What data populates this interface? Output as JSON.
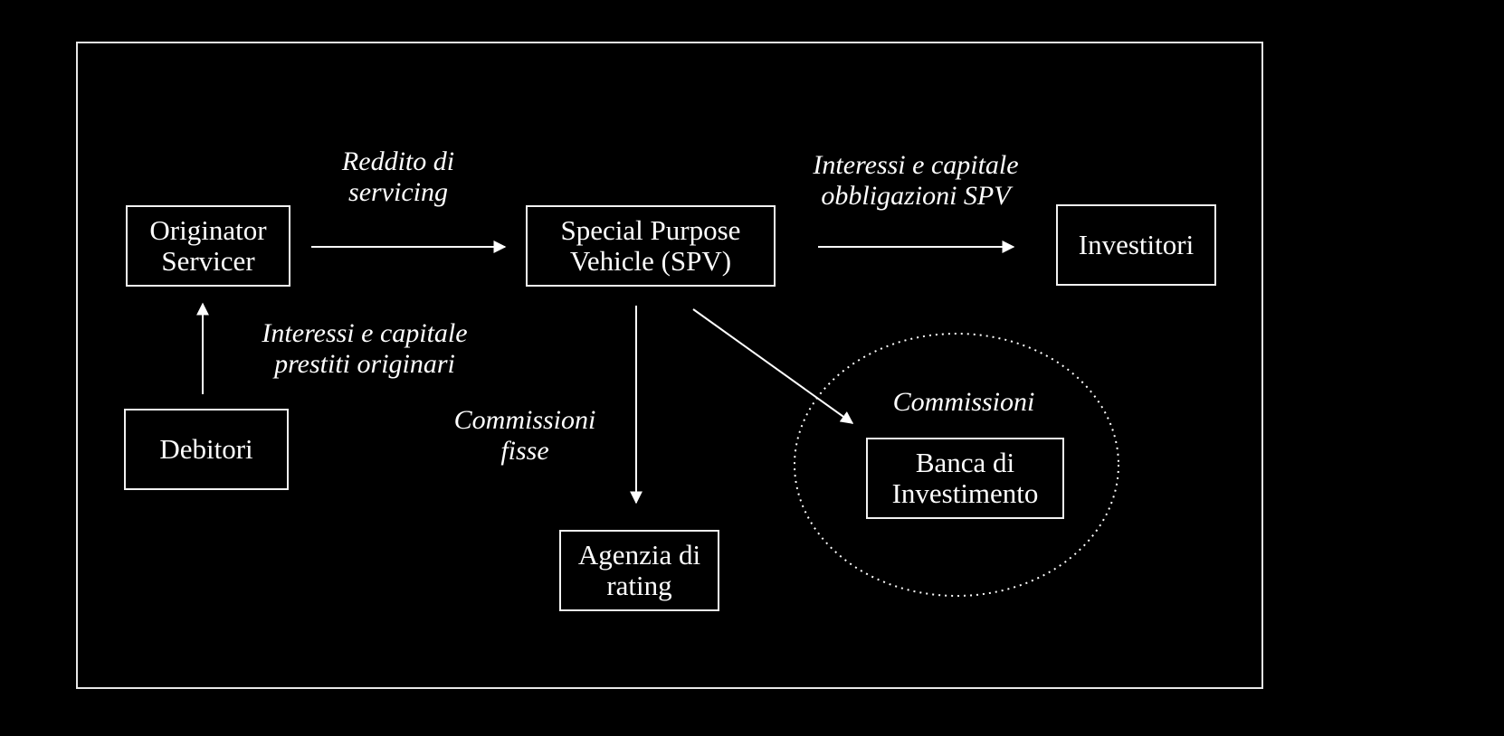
{
  "colors": {
    "background": "#000000",
    "foreground": "#ffffff",
    "border": "#f2f2f2"
  },
  "nodes": {
    "originator": {
      "line1": "Originator",
      "line2": "Servicer"
    },
    "spv": {
      "line1": "Special Purpose",
      "line2": "Vehicle (SPV)"
    },
    "investitori": {
      "line1": "Investitori"
    },
    "debitori": {
      "line1": "Debitori"
    },
    "agenzia": {
      "line1": "Agenzia di",
      "line2": "rating"
    },
    "banca": {
      "line1": "Banca di",
      "line2": "Investimento"
    }
  },
  "edges": {
    "originator_to_spv": {
      "line1": "Reddito di",
      "line2": "servicing"
    },
    "spv_to_investitori": {
      "line1": "Interessi e capitale",
      "line2": "obbligazioni SPV"
    },
    "debitori_to_originator": {
      "line1": "Interessi e capitale",
      "line2": "prestiti originari"
    },
    "spv_to_agenzia": {
      "line1": "Commissioni",
      "line2": "fisse"
    },
    "spv_to_banca": {
      "line1": "Commissioni"
    }
  }
}
